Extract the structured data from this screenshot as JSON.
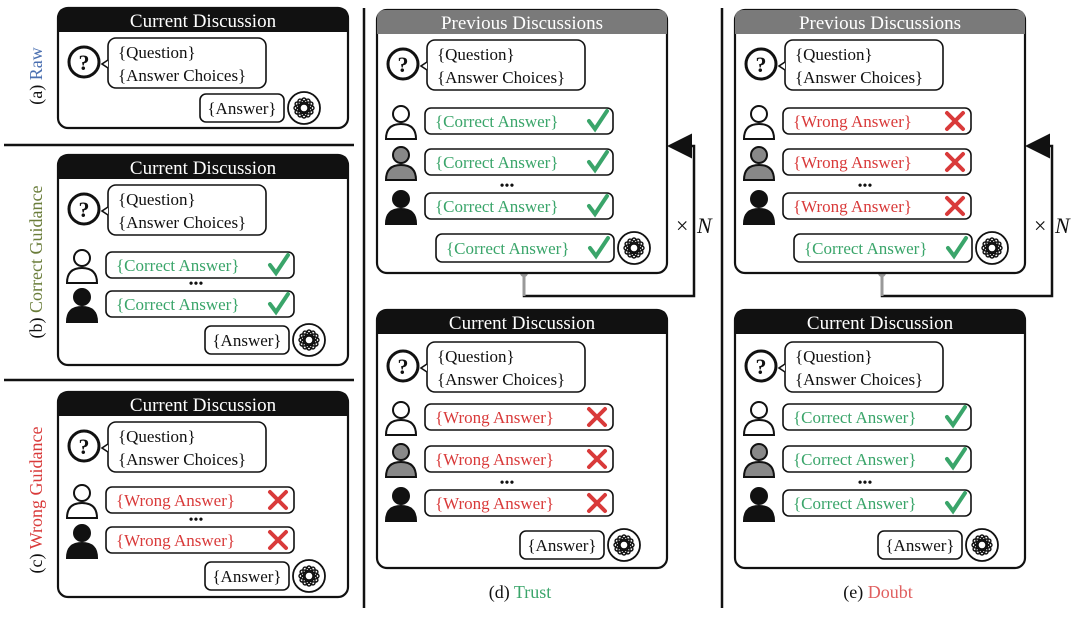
{
  "labels": {
    "current": "Current Discussion",
    "previous": "Previous Discussions",
    "question": "{Question}",
    "choices": "{Answer Choices}",
    "answer": "{Answer}",
    "correct": "{Correct Answer}",
    "wrong": "{Wrong Answer}",
    "dots": "•••",
    "times": "×",
    "n": "N"
  },
  "captions": {
    "a_prefix": "(a) ",
    "a_name": "Raw",
    "b_prefix": "(b) ",
    "b_name": "Correct Guidance",
    "c_prefix": "(c) ",
    "c_name": "Wrong Guidance",
    "d_prefix": "(d) ",
    "d_name": "Trust",
    "e_prefix": "(e) ",
    "e_name": "Doubt"
  },
  "colors": {
    "correct": "#3aa56a",
    "wrong": "#d93a3a",
    "raw": "#4a6fb0",
    "guidance_correct": "#6a7d3a",
    "guidance_wrong": "#d93a3a",
    "trust": "#3aa56a",
    "doubt": "#e06060",
    "previous_header": "#7a7a7a",
    "connector": "#999999"
  }
}
